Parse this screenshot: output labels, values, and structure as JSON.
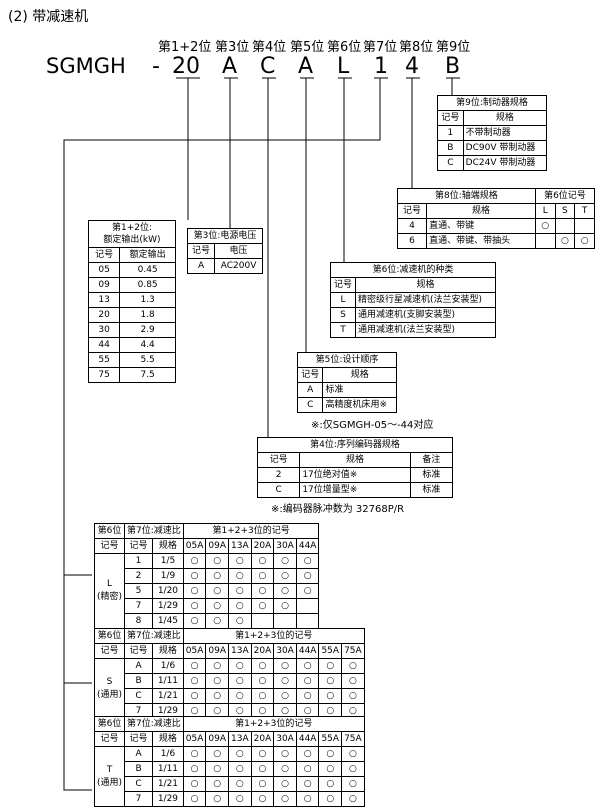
{
  "section_title": "(2) 带减速机",
  "position_labels": [
    "第1+2位",
    "第3位",
    "第4位",
    "第5位",
    "第6位",
    "第7位",
    "第8位",
    "第9位"
  ],
  "model": {
    "prefix": "SGMGH",
    "dash": "-",
    "digits_12": "20",
    "digit_3": "A",
    "digit_4": "C",
    "digit_5": "A",
    "digit_6": "L",
    "digit_7": "1",
    "digit_8": "4",
    "digit_9": "B"
  },
  "pos9": {
    "title": "第9位:制动器规格",
    "headers": [
      "记号",
      "规格"
    ],
    "rows": [
      [
        "1",
        "不带制动器"
      ],
      [
        "B",
        "DC90V 带制动器"
      ],
      [
        "C",
        "DC24V 带制动器"
      ]
    ]
  },
  "pos8": {
    "title": "第8位:轴端规格",
    "title2": "第6位记号",
    "headers": [
      "记号",
      "规格",
      "L",
      "S",
      "T"
    ],
    "rows": [
      [
        "4",
        "直通、带键",
        "○",
        "",
        ""
      ],
      [
        "6",
        "直通、带键、带抽头",
        "",
        "○",
        "○"
      ]
    ]
  },
  "pos12": {
    "title_line1": "第1+2位:",
    "title_line2": "额定输出(kW)",
    "headers": [
      "记号",
      "额定输出"
    ],
    "rows": [
      [
        "05",
        "0.45"
      ],
      [
        "09",
        "0.85"
      ],
      [
        "13",
        "1.3"
      ],
      [
        "20",
        "1.8"
      ],
      [
        "30",
        "2.9"
      ],
      [
        "44",
        "4.4"
      ],
      [
        "55",
        "5.5"
      ],
      [
        "75",
        "7.5"
      ]
    ]
  },
  "pos3": {
    "title": "第3位:电源电压",
    "headers": [
      "记号",
      "电压"
    ],
    "rows": [
      [
        "A",
        "AC200V"
      ]
    ]
  },
  "pos6": {
    "title": "第6位:减速机的种类",
    "headers": [
      "记号",
      "规格"
    ],
    "rows": [
      [
        "L",
        "精密级行星减速机(法兰安装型)"
      ],
      [
        "S",
        "通用减速机(支脚安装型)"
      ],
      [
        "T",
        "通用减速机(法兰安装型)"
      ]
    ]
  },
  "pos5": {
    "title": "第5位:设计顺序",
    "headers": [
      "记号",
      "规格"
    ],
    "rows": [
      [
        "A",
        "标准"
      ],
      [
        "C",
        "高精度机床用※"
      ]
    ],
    "note": "※:仅SGMGH-05～-44对应"
  },
  "pos4": {
    "title": "第4位:序列编码器规格",
    "headers": [
      "记号",
      "规格",
      "备注"
    ],
    "rows": [
      [
        "2",
        "17位绝对值※",
        "标准"
      ],
      [
        "C",
        "17位增量型※",
        "标准"
      ]
    ],
    "note": "※:编码器脉冲数为 32768P/R"
  },
  "ratio_tables": [
    {
      "h1": "第6位",
      "h2": "第7位:减速比",
      "h3": "第1+2+3位的记号",
      "sub1": "记号",
      "sub2": "记号",
      "sub3": "规格",
      "cols": [
        "05A",
        "09A",
        "13A",
        "20A",
        "30A",
        "44A"
      ],
      "group_code": "L",
      "group_name": "(精密)",
      "rows": [
        [
          "1",
          "1/5",
          "○",
          "○",
          "○",
          "○",
          "○",
          "○"
        ],
        [
          "2",
          "1/9",
          "○",
          "○",
          "○",
          "○",
          "○",
          "○"
        ],
        [
          "5",
          "1/20",
          "○",
          "○",
          "○",
          "○",
          "○",
          "○"
        ],
        [
          "7",
          "1/29",
          "○",
          "○",
          "○",
          "○",
          "○",
          ""
        ],
        [
          "8",
          "1/45",
          "○",
          "○",
          "○",
          "",
          "",
          ""
        ]
      ]
    },
    {
      "h1": "第6位",
      "h2": "第7位:减速比",
      "h3": "第1+2+3位的记号",
      "sub1": "记号",
      "sub2": "记号",
      "sub3": "规格",
      "cols": [
        "05A",
        "09A",
        "13A",
        "20A",
        "30A",
        "44A",
        "55A",
        "75A"
      ],
      "group_code": "S",
      "group_name": "(通用)",
      "rows": [
        [
          "A",
          "1/6",
          "○",
          "○",
          "○",
          "○",
          "○",
          "○",
          "○",
          "○"
        ],
        [
          "B",
          "1/11",
          "○",
          "○",
          "○",
          "○",
          "○",
          "○",
          "○",
          "○"
        ],
        [
          "C",
          "1/21",
          "○",
          "○",
          "○",
          "○",
          "○",
          "○",
          "○",
          "○"
        ],
        [
          "7",
          "1/29",
          "○",
          "○",
          "○",
          "○",
          "○",
          "○",
          "○",
          "○"
        ]
      ]
    },
    {
      "h1": "第6位",
      "h2": "第7位:减速比",
      "h3": "第1+2+3位的记号",
      "sub1": "记号",
      "sub2": "记号",
      "sub3": "规格",
      "cols": [
        "05A",
        "09A",
        "13A",
        "20A",
        "30A",
        "44A",
        "55A",
        "75A"
      ],
      "group_code": "T",
      "group_name": "(通用)",
      "rows": [
        [
          "A",
          "1/6",
          "○",
          "○",
          "○",
          "○",
          "○",
          "○",
          "○",
          "○"
        ],
        [
          "B",
          "1/11",
          "○",
          "○",
          "○",
          "○",
          "○",
          "○",
          "○",
          "○"
        ],
        [
          "C",
          "1/21",
          "○",
          "○",
          "○",
          "○",
          "○",
          "○",
          "○",
          "○"
        ],
        [
          "7",
          "1/29",
          "○",
          "○",
          "○",
          "○",
          "○",
          "○",
          "○",
          "○"
        ]
      ]
    }
  ]
}
